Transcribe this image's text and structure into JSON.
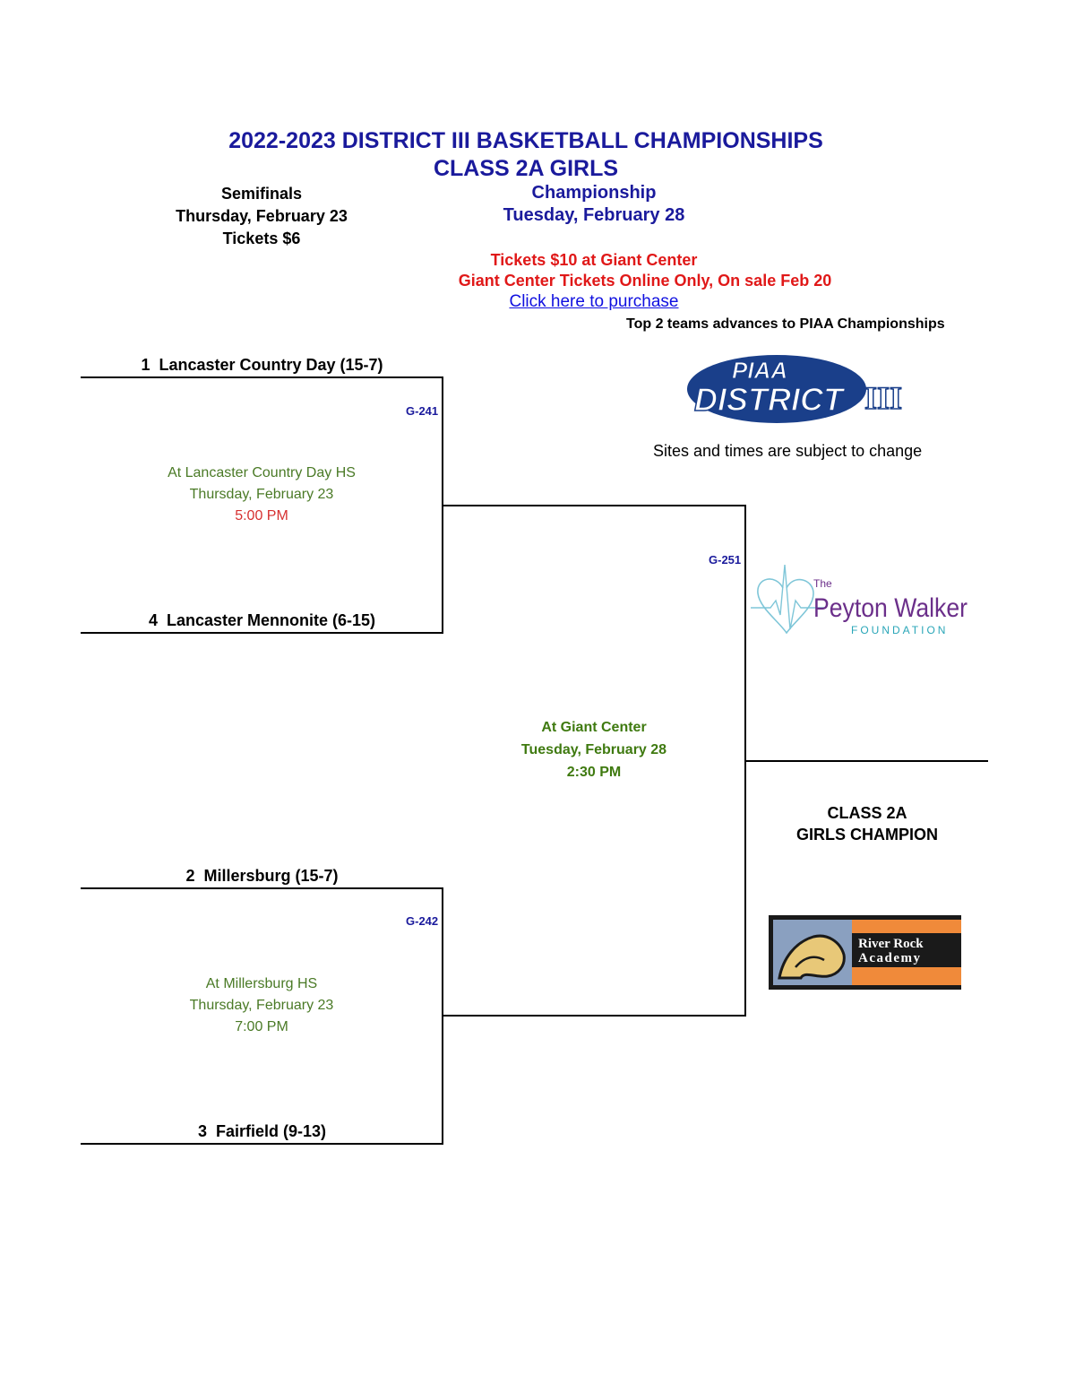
{
  "header": {
    "title_line1": "2022-2023 DISTRICT III BASKETBALL CHAMPIONSHIPS",
    "title_line2": "CLASS 2A GIRLS"
  },
  "semis_header": {
    "line1": "Semifinals",
    "line2": "Thursday, February 23",
    "line3": "Tickets $6"
  },
  "champ_header": {
    "line1": "Championship",
    "line2": "Tuesday, February 28"
  },
  "tickets": {
    "line1": "Tickets $10 at Giant Center",
    "line2": "Giant Center Tickets Online Only, On sale Feb 20",
    "link": "Click here to purchase",
    "advance_note": "Top 2 teams advances to PIAA Championships"
  },
  "notice": "Sites and times are subject to change",
  "teams": {
    "t1": "1  Lancaster Country Day (15-7)",
    "t4": "4  Lancaster Mennonite (6-15)",
    "t2": "2  Millersburg (15-7)",
    "t3": "3  Fairfield (9-13)"
  },
  "games": {
    "g241": {
      "code": "G-241",
      "site": "At Lancaster Country Day HS",
      "date": "Thursday, February 23",
      "time": "5:00 PM"
    },
    "g242": {
      "code": "G-242",
      "site": "At Millersburg HS",
      "date": "Thursday, February 23",
      "time": "7:00 PM"
    },
    "g251": {
      "code": "G-251",
      "site": "At Giant Center",
      "date": "Tuesday, February 28",
      "time": "2:30 PM"
    }
  },
  "champion": {
    "line1": "CLASS 2A",
    "line2": "GIRLS CHAMPION"
  },
  "logos": {
    "piaa_top": "PIAA",
    "piaa_bottom": "DISTRICT",
    "piaa_numeral": "III",
    "peyton_the": "The",
    "peyton_name": "Peyton Walker",
    "peyton_foundation": "FOUNDATION",
    "river_rock_line1": "River Rock",
    "river_rock_line2": "Academy"
  },
  "colors": {
    "title_blue": "#1a1a9c",
    "ticket_red": "#e01818",
    "site_green": "#4a7a26",
    "peyton_purple": "#6b2f8a",
    "peyton_teal": "#2aa6b8",
    "river_orange": "#f08a3a"
  }
}
